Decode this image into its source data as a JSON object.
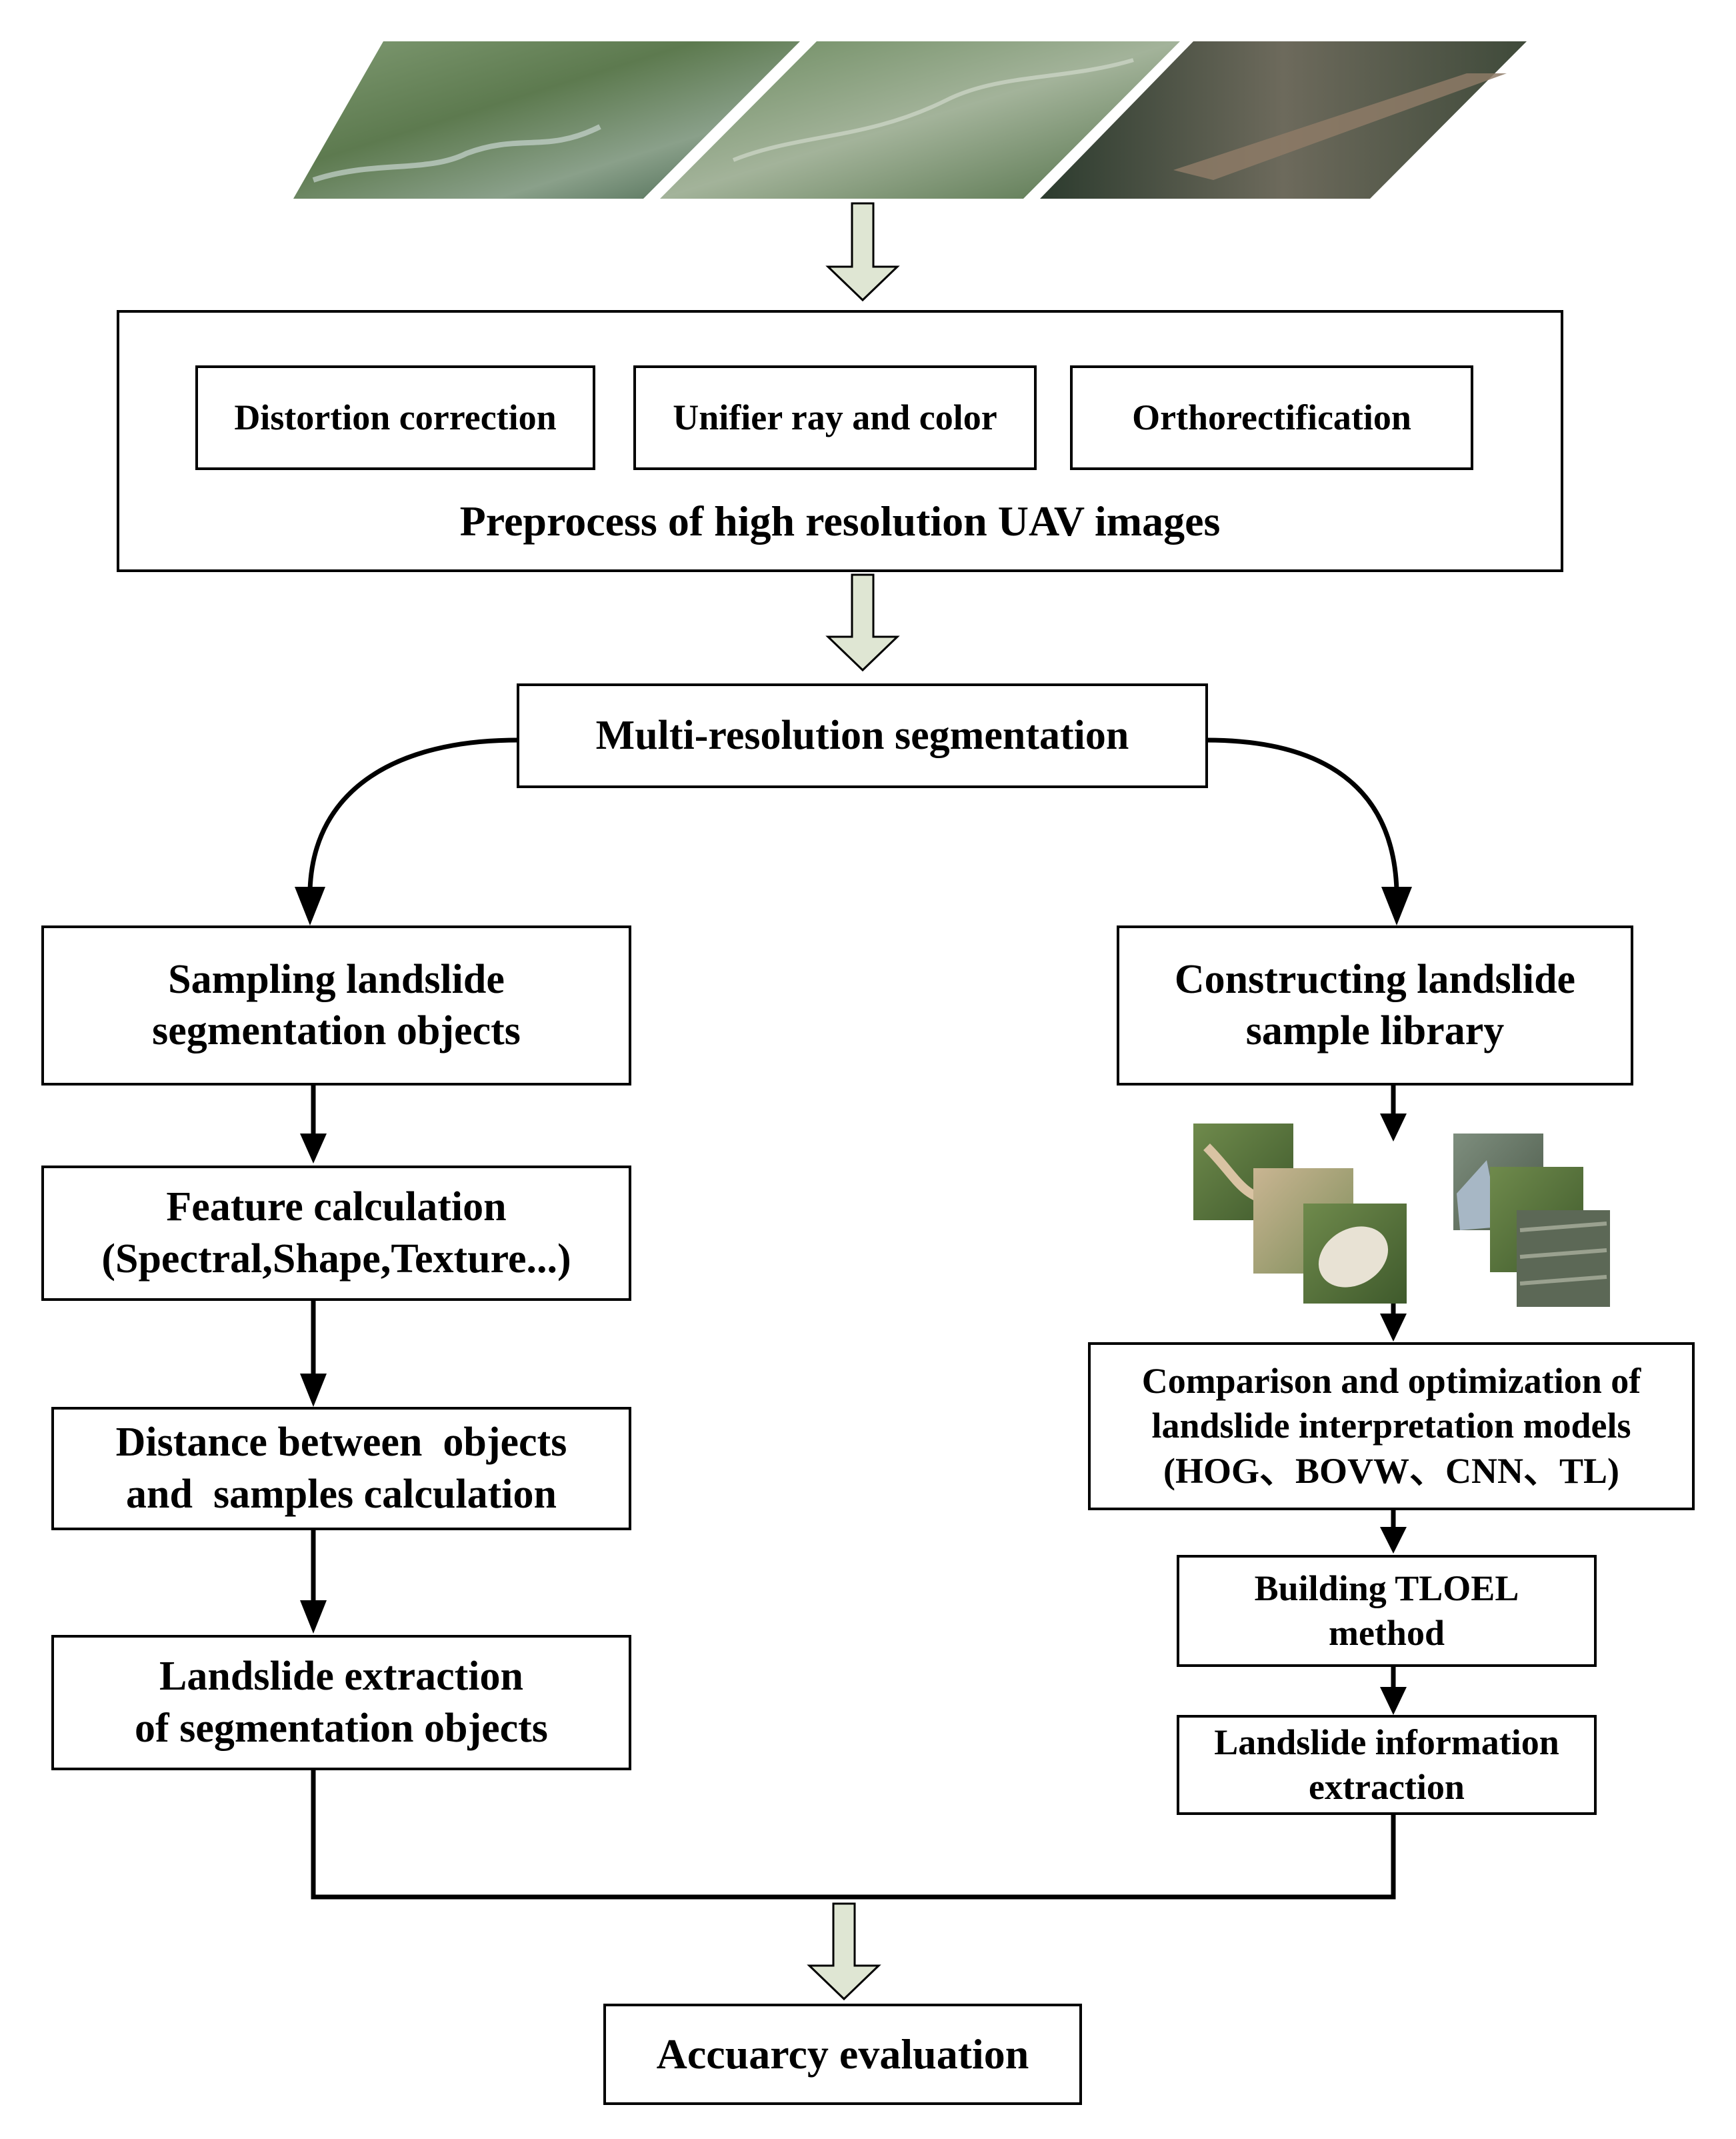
{
  "preprocess": {
    "steps": [
      "Distortion correction",
      "Unifier ray and color",
      "Orthorectification"
    ],
    "title": "Preprocess of high resolution UAV images"
  },
  "segmentation": "Multi-resolution segmentation",
  "left_branch": {
    "sampling": [
      "Sampling landslide",
      "segmentation objects"
    ],
    "feature": [
      "Feature calculation",
      "(Spectral,Shape,Texture...)"
    ],
    "distance": [
      "Distance between  objects",
      "and  samples calculation"
    ],
    "extraction": [
      "Landslide extraction",
      "of segmentation objects"
    ]
  },
  "right_branch": {
    "library": [
      "Constructing landslide",
      "sample library"
    ],
    "comparison": [
      "Comparison and optimization of",
      "landslide interpretation models",
      "(HOG、BOVW、CNN、TL)"
    ],
    "building": [
      "Building TLOEL",
      "method"
    ],
    "information": [
      "Landslide information",
      "extraction"
    ]
  },
  "accuracy": "Accuarcy evaluation",
  "colors": {
    "hollow_arrow_fill": "#dfe6d3",
    "line": "#000000"
  }
}
